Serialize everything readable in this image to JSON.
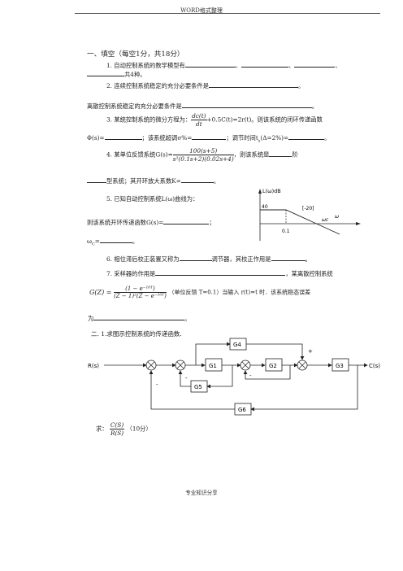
{
  "header": "WORD格式整理",
  "footer": "专业知识分享",
  "section1": {
    "title": "一、填空（每空1分，共18分）",
    "q1_a": "1. 自动控制系统的数学模型有",
    "q1_sep1": "、",
    "q1_sep2": "、",
    "q1_sep3": "、",
    "q1_b": "共4种。",
    "q2": "2. 连续控制系统稳定的充分必要条件是",
    "q2_end": "。",
    "q2b": "离散控制系统稳定的充分必要条件是",
    "q2b_end": "。",
    "q3_a": "3. 某统控制系统的微分方程为：",
    "q3_num": "dc(t)",
    "q3_den": "dt",
    "q3_b": "+0.5C(t)=2r(t)。则该系统的闭环传递函数",
    "q3_c": "Φ(s)=",
    "q3_d": "；该系统超调σ%=",
    "q3_e": "；调节时间t",
    "q3_e_sub": "s",
    "q3_f": "(Δ=2%)=",
    "q3_g": "。",
    "q4_a": "4. 某单位反馈系统G(s)=",
    "q4_num": "100(s+5)",
    "q4_den": "s²(0.1s+2)(0.02s+4)",
    "q4_b": "，则该系统是",
    "q4_c": "阶",
    "q4_d": "型系统；其开环放大系数K=",
    "q4_e": "。",
    "q5_a": "5. 已知自动控制系统L(ω)曲线为：",
    "q5_b": "则该系统开环传递函数G(s)=",
    "q5_c": "；",
    "q5_d": "ω",
    "q5_d_sub": "C",
    "q5_e": "=",
    "q5_f": "。",
    "q6_a": "6. 相位滞后校正装置又称为",
    "q6_b": "调节器，其校正作用是",
    "q6_c": "。",
    "q7_a": "7. 采样器的作用是",
    "q7_b": "，某离散控制系统",
    "q7_lhs": "G(Z) =",
    "q7_num": "(1 − e⁻¹⁰ᵀ)",
    "q7_den": "(Z − 1)²(Z − e⁻¹⁰ᵀ)",
    "q7_c": "（单位反馈 T=0.1）当输入 r(t)=t 时．该系统稳态误差",
    "q7_d": "为",
    "q7_e": "。"
  },
  "bode": {
    "ylabel": "L(ω)dB",
    "val40": "40",
    "slope": "[-20]",
    "wc": "ωc",
    "w": "ω",
    "tick": "0.1"
  },
  "section2": {
    "title": "二. 1.求图示控制系统的传递函数.",
    "ask": "求：",
    "ask_num": "C(S)",
    "ask_den": "R(S)",
    "ask_score": "（10分）"
  },
  "block_diagram": {
    "input": "R(s)",
    "output": "C(s)",
    "blocks": [
      "G1",
      "G2",
      "G3",
      "G4",
      "G5",
      "G6"
    ],
    "plus": "+",
    "minus": "-"
  }
}
